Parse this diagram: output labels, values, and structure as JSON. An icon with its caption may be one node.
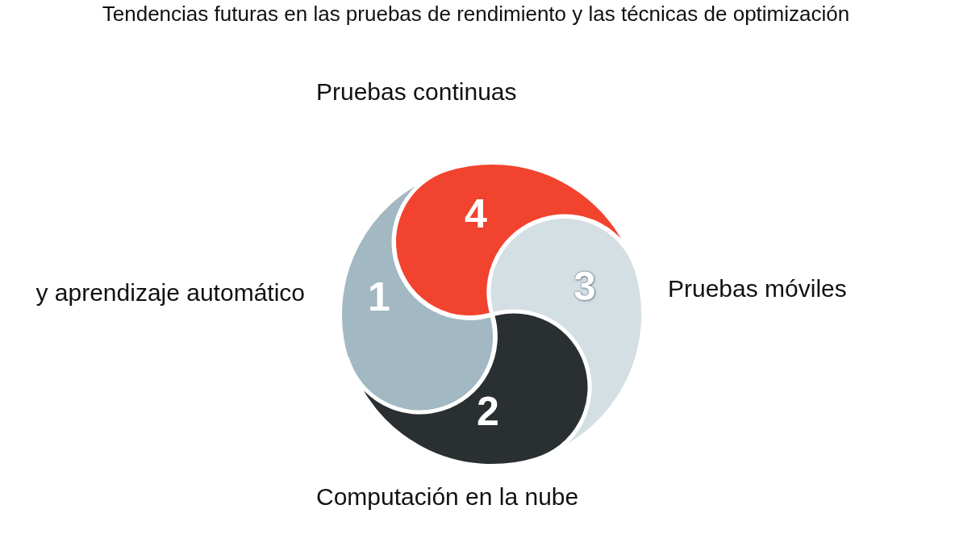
{
  "diagram": {
    "title": "Tendencias futuras en las pruebas de rendimiento y las técnicas de optimización",
    "nodes": [
      {
        "text": [
          "1"
        ],
        "beside": [
          "y aprendizaje automático"
        ]
      },
      {
        "text": [
          "2"
        ],
        "beside": [
          "Computación en la nube"
        ]
      },
      {
        "text": [
          "3"
        ],
        "beside": [
          "Pruebas móviles"
        ]
      },
      {
        "text": [
          "4"
        ],
        "beside": [
          "Pruebas continuas"
        ]
      }
    ]
  }
}
